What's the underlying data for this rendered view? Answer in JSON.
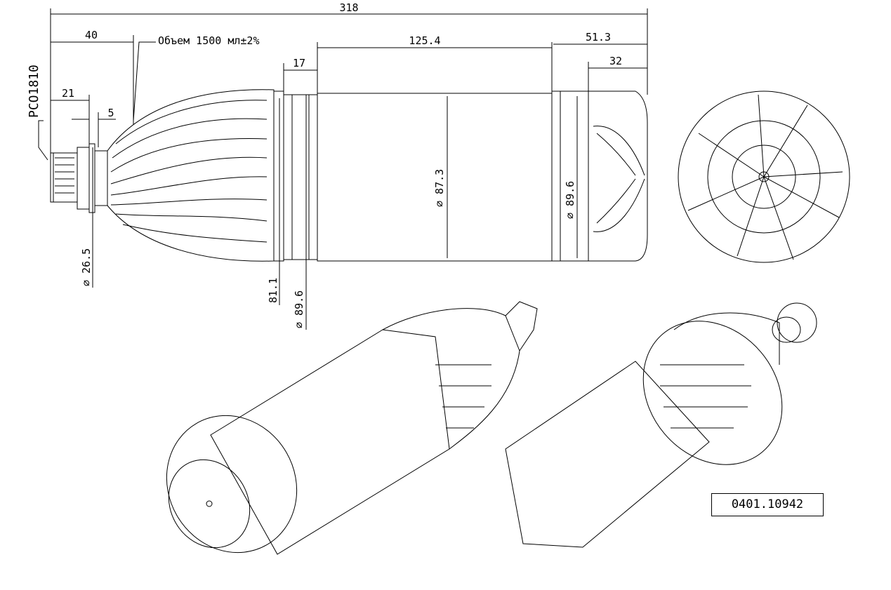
{
  "drawing": {
    "volume_note": "Объем 1500 мл±2%",
    "finish_code": "PCO1810",
    "part_number": "0401.10942",
    "dimensions": {
      "overall_length": "318",
      "neck_to_shoulder": "40",
      "neck_length": "21",
      "collar": "5",
      "ring_width": "17",
      "label_panel_length": "125.4",
      "base_length": "51.3",
      "foot_length": "32",
      "neck_diameter": "⌀ 26.5",
      "ring_groove_diameter": "81.1",
      "shoulder_diameter": "⌀ 89.6",
      "label_diameter": "⌀ 87.3",
      "base_diameter": "⌀ 89.6"
    }
  }
}
